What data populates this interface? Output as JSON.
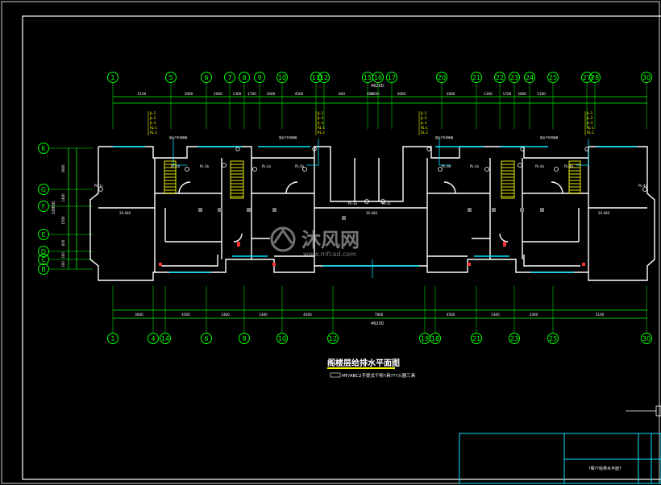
{
  "colors": {
    "background": "#000000",
    "frame": "#ffffff",
    "axis": "#00ff00",
    "wall": "#ffffff",
    "pipe": "#00e5ff",
    "stair": "#ffff00",
    "text": "#ffffff",
    "accent_red": "#ff3030"
  },
  "drawing": {
    "title": "阁楼层给排水平面图",
    "subtitle": "MF/ABC2手提式干粉?具???火器三具",
    "watermark_brand": "沐风网",
    "watermark_url": "www.mfcad.com"
  },
  "title_block": {
    "label": "?阁??给排水平面?"
  },
  "axes": {
    "top": [
      "1",
      "5",
      "6",
      "7",
      "8",
      "9",
      "10",
      "11",
      "12",
      "15",
      "16",
      "17",
      "20",
      "21",
      "22",
      "23",
      "24",
      "25",
      "27",
      "28",
      "30"
    ],
    "bottom": [
      "1",
      "4",
      "14",
      "6",
      "8",
      "10",
      "12",
      "19",
      "18",
      "21",
      "23",
      "25",
      "30"
    ],
    "left": [
      "K",
      "G",
      "F",
      "E",
      "D",
      "C",
      "B"
    ],
    "bottom_elevation_row": "B"
  },
  "dimensions": {
    "top_segments": [
      "5100",
      "3000",
      "2000",
      "1300",
      "1700",
      "3000",
      "4500",
      "600",
      "600",
      "4500",
      "3000",
      "2000",
      "1300",
      "1700",
      "3000",
      "5100"
    ],
    "top_overall": "46200",
    "bottom_segments": [
      "3600",
      "4500",
      "3300",
      "3300",
      "4500",
      "7800",
      "4500",
      "3300",
      "3300",
      "5100"
    ],
    "bottom_overall": "46200",
    "left_segments": [
      "3000",
      "1400",
      "1500",
      "600",
      "300",
      "300"
    ],
    "left_overall": "10900"
  },
  "room_labels": {
    "elev_left": "20.400",
    "elev_center": "20.400",
    "elev_right": "20.400",
    "pipes": [
      "PL-1c",
      "PL-1b",
      "PL-1a",
      "PL-2a",
      "PL-2b",
      "PL-3a",
      "PL-3c",
      "PL-3b",
      "PL-3a",
      "PL-4a",
      "PL-4b",
      "PL-4c"
    ],
    "notes": [
      "接出户外排雨管",
      "接出户外排雨管",
      "接出户外排雨管",
      "接出户外排雨管"
    ],
    "legend_stack": [
      "JL-1",
      "JL-2",
      "JL-3",
      "RL-1",
      "RL-2"
    ]
  }
}
